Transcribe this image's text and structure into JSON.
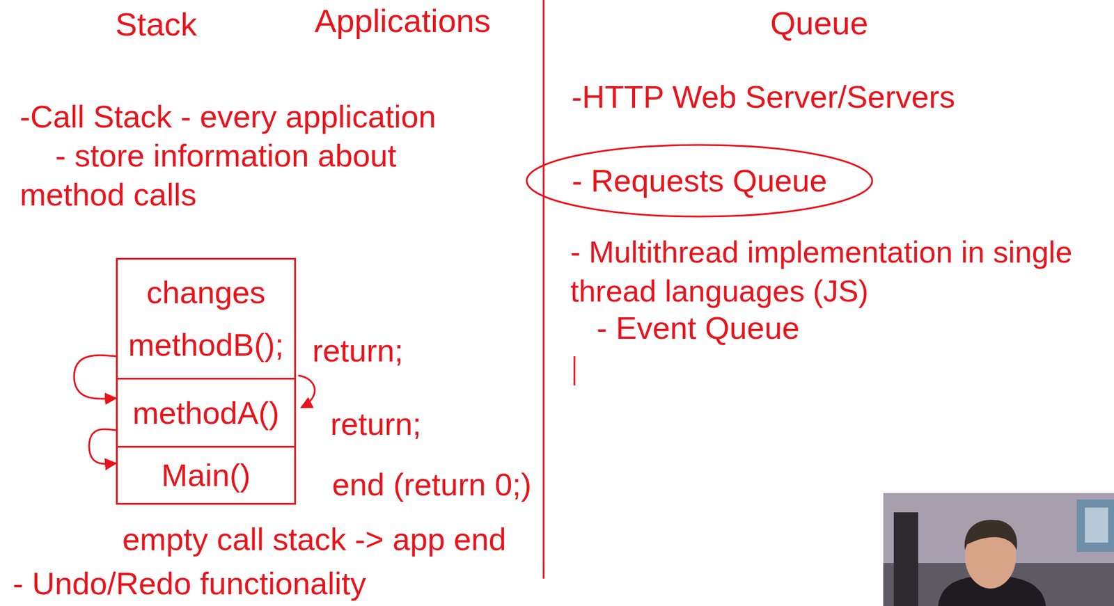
{
  "diagram": {
    "nodes": [
      {
        "text": [
          "changes",
          "methodB();"
        ]
      },
      {
        "text": [
          "methodA()"
        ]
      },
      {
        "text": [
          "Main()"
        ]
      },
      {
        "text": [
          "- Requests Queue"
        ]
      }
    ],
    "edges": [
      {
        "from": 0,
        "to": 1,
        "arrow": "to"
      },
      {
        "from": 1,
        "to": 2,
        "arrow": "to"
      }
    ],
    "labels": [
      "Stack",
      "Applications",
      "Queue",
      "-Call Stack - every application",
      "- store information about",
      "method calls",
      "return;",
      "return;",
      "end (return 0;)",
      "empty call stack -> app end",
      "- Undo/Redo functionality",
      "-HTTP Web Server/Servers",
      "- Multithread implementation in single thread languages (JS)",
      "- Event Queue"
    ]
  }
}
